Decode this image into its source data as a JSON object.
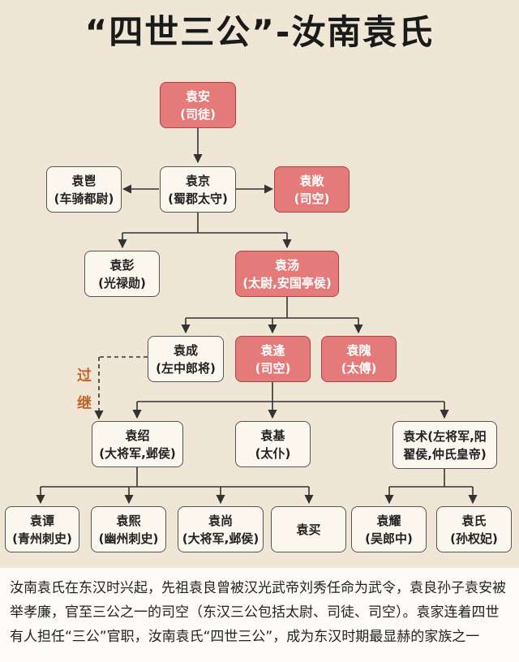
{
  "header": {
    "title": "“四世三公”-汝南袁氏"
  },
  "nodes": {
    "yuan_an": {
      "name": "袁安",
      "role": "(司徒)"
    },
    "yuan_chang": {
      "name": "袁鬯",
      "role": "(车骑都尉)"
    },
    "yuan_jing": {
      "name": "袁京",
      "role": "(蜀郡太守)"
    },
    "yuan_chang2": {
      "name": "袁敞",
      "role": "(司空)"
    },
    "yuan_peng": {
      "name": "袁彭",
      "role": "(光禄勋)"
    },
    "yuan_tang": {
      "name": "袁汤",
      "role": "(太尉,安国亭侯)"
    },
    "yuan_cheng": {
      "name": "袁成",
      "role": "(左中郎将)"
    },
    "yuan_feng": {
      "name": "袁逢",
      "role": "(司空)"
    },
    "yuan_wei": {
      "name": "袁隗",
      "role": "(太傅)"
    },
    "yuan_shao": {
      "name": "袁绍",
      "role": "(大将军,邺侯)"
    },
    "yuan_ji": {
      "name": "袁基",
      "role": "(太仆)"
    },
    "yuan_shu": {
      "name": "袁术(左将军,阳",
      "role": "翟侯,仲氏皇帝)"
    },
    "yuan_tan": {
      "name": "袁谭",
      "role": "(青州刺史)"
    },
    "yuan_xi": {
      "name": "袁熙",
      "role": "(幽州刺史)"
    },
    "yuan_shang": {
      "name": "袁尚",
      "role": "(大将军,邺侯)"
    },
    "yuan_mai": {
      "name": "袁买",
      "role": ""
    },
    "yuan_yao": {
      "name": "袁耀",
      "role": "(吴郎中)"
    },
    "yuan_shi": {
      "name": "袁氏",
      "role": "(孙权妃)"
    }
  },
  "adoption_label": "过继",
  "description": "汝南袁氏在东汉时兴起，先祖袁良曾被汉光武帝刘秀任命为武令，袁良孙子袁安被举孝廉，官至三公之一的司空（东汉三公包括太尉、司徒、司空）。袁家连着四世有人担任“三公”官职，汝南袁氏“四世三公”，成为东汉时期最显赫的家族之一"
}
